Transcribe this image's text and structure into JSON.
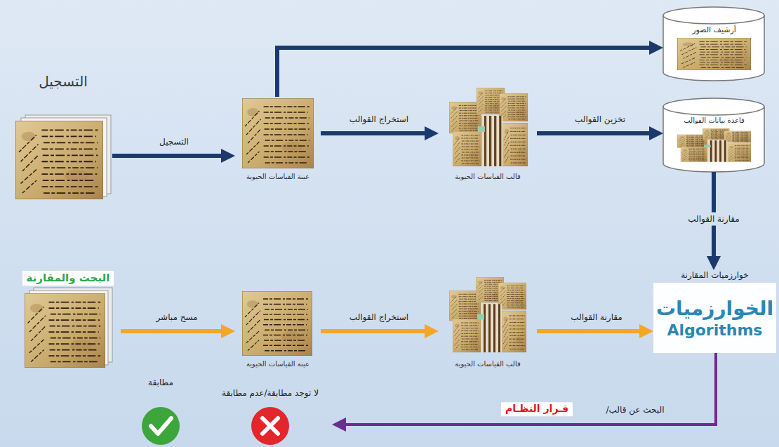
{
  "diagram": {
    "nodes": [
      {
        "text": [
          "التسجيل"
        ]
      },
      {
        "text": [
          "عينة القياسات الحيوية"
        ]
      },
      {
        "text": [
          "قالب القياسات الحيوية"
        ]
      },
      {
        "text": [
          "أرشيف الصور"
        ]
      },
      {
        "text": [
          "قاعدة بيانات القوالب"
        ]
      },
      {
        "text": [
          "خوارزميات المقارنة",
          "الخوارزميات",
          "Algorithms"
        ]
      },
      {
        "text": [
          "البحث والمقارنة"
        ]
      },
      {
        "text": [
          "عينة القياسات الحيوية"
        ]
      },
      {
        "text": [
          "قالب القياسات الحيوية"
        ]
      },
      {
        "text": [
          "مطابقة"
        ]
      },
      {
        "text": [
          "لا توجد مطابقة/عدم مطابقة"
        ]
      }
    ],
    "edges": [
      {
        "from": 0,
        "to": 1,
        "label": "التسجيل",
        "arrow": "to"
      },
      {
        "from": 1,
        "to": 3,
        "arrow": "to"
      },
      {
        "from": 1,
        "to": 2,
        "label": "استخراج القوالب",
        "arrow": "to"
      },
      {
        "from": 2,
        "to": 4,
        "label": "تخزين القوالب",
        "arrow": "to"
      },
      {
        "from": 4,
        "to": 5,
        "label": "مقارنة القوالب",
        "arrow": "to"
      },
      {
        "from": 6,
        "to": 7,
        "label": "مسح مباشر",
        "arrow": "to"
      },
      {
        "from": 7,
        "to": 8,
        "label": "استخراج القوالب",
        "arrow": "to"
      },
      {
        "from": 8,
        "to": 5,
        "label": "مقارنة القوالب",
        "arrow": "to"
      },
      {
        "from": 5,
        "to": 10,
        "label": "البحث عن قالب/",
        "arrow": "to"
      }
    ],
    "labels": [
      "قـرار النظـام"
    ]
  }
}
